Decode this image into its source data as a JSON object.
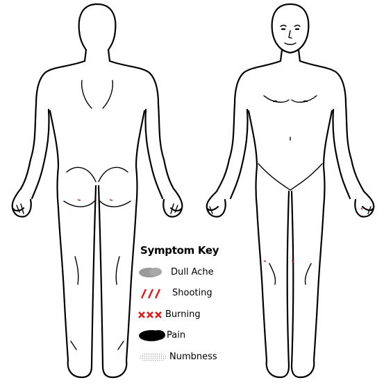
{
  "legend": {
    "title": "Symptom Key",
    "items": [
      {
        "label": "Dull Ache",
        "symbol": "gray-blob"
      },
      {
        "label": "Shooting",
        "symbol": "///"
      },
      {
        "label": "Burning",
        "symbol": "xxx"
      },
      {
        "label": "Pain",
        "symbol": "black-blob"
      },
      {
        "label": "Numbness",
        "symbol": "dotted-blob"
      }
    ]
  },
  "colors": {
    "outline": "#000000",
    "dull_ache": "#9a9a9a",
    "shooting": "#e01818",
    "burning": "#e01818",
    "pain": "#000000",
    "numbness": "#b5b5b5"
  }
}
